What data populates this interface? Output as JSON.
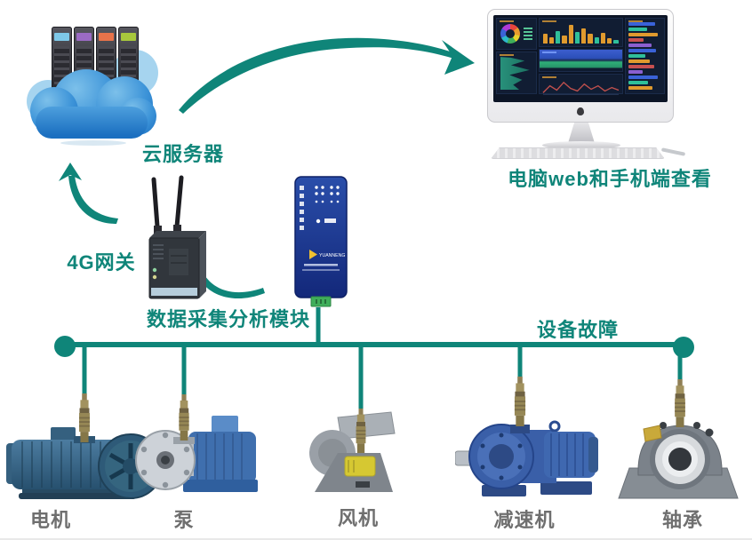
{
  "colors": {
    "accent_teal": "#0F8579",
    "equipment_label_gray": "#6F6F6F",
    "module_blue": "#1E3A96",
    "cloud_blue": "#2E86D4"
  },
  "labels": {
    "cloud": "云服务器",
    "viewer": "电脑web和手机端查看",
    "gateway": "4G网关",
    "module": "数据采集分析模块",
    "fault": "设备故障"
  },
  "module_device": {
    "brand": "YUANNENG"
  },
  "equipment": [
    {
      "id": "motor",
      "label": "电机"
    },
    {
      "id": "pump",
      "label": "泵"
    },
    {
      "id": "fan",
      "label": "风机"
    },
    {
      "id": "reducer",
      "label": "减速机"
    },
    {
      "id": "bearing",
      "label": "轴承"
    }
  ],
  "monitor": {
    "vbars": [
      {
        "h": "45%",
        "c": "#E09A2E"
      },
      {
        "h": "28%",
        "c": "#E09A2E"
      },
      {
        "h": "62%",
        "c": "#2FBF9A"
      },
      {
        "h": "38%",
        "c": "#E09A2E"
      },
      {
        "h": "92%",
        "c": "#E09A2E"
      },
      {
        "h": "55%",
        "c": "#2FBF9A"
      },
      {
        "h": "74%",
        "c": "#E09A2E"
      },
      {
        "h": "46%",
        "c": "#E09A2E"
      },
      {
        "h": "30%",
        "c": "#2FBF9A"
      },
      {
        "h": "52%",
        "c": "#E09A2E"
      },
      {
        "h": "26%",
        "c": "#E09A2E"
      },
      {
        "h": "18%",
        "c": "#2FBF9A"
      }
    ],
    "hbars": [
      {
        "w": "82%",
        "c": "#3A62D8"
      },
      {
        "w": "58%",
        "c": "#2FBF9A"
      },
      {
        "w": "90%",
        "c": "#E09A2E"
      },
      {
        "w": "46%",
        "c": "#C85050"
      },
      {
        "w": "70%",
        "c": "#8A5FD0"
      },
      {
        "w": "85%",
        "c": "#3A62D8"
      },
      {
        "w": "52%",
        "c": "#2FBF9A"
      },
      {
        "w": "66%",
        "c": "#E09A2E"
      },
      {
        "w": "78%",
        "c": "#C85050"
      },
      {
        "w": "44%",
        "c": "#8A5FD0"
      },
      {
        "w": "88%",
        "c": "#3A62D8"
      },
      {
        "w": "60%",
        "c": "#2FBF9A"
      },
      {
        "w": "72%",
        "c": "#E09A2E"
      }
    ]
  }
}
